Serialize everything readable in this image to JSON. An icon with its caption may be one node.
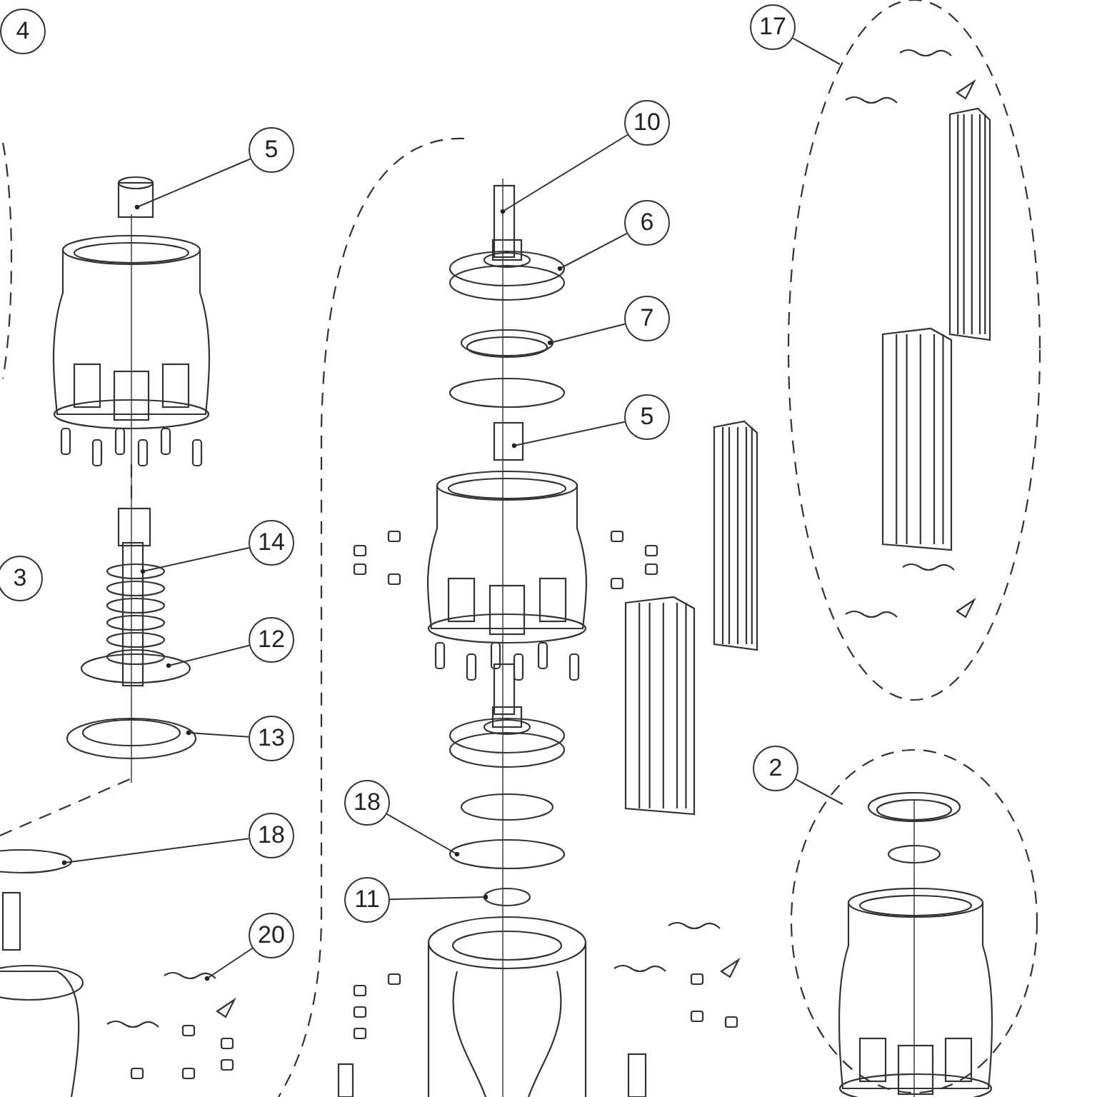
{
  "diagram": {
    "nodes": [
      {
        "text": [
          "4"
        ]
      },
      {
        "text": [
          "17"
        ]
      },
      {
        "text": [
          "10"
        ]
      },
      {
        "text": [
          "5"
        ]
      },
      {
        "text": [
          "6"
        ]
      },
      {
        "text": [
          "7"
        ]
      },
      {
        "text": [
          "5"
        ]
      },
      {
        "text": [
          "14"
        ]
      },
      {
        "text": [
          "3"
        ]
      },
      {
        "text": [
          "12"
        ]
      },
      {
        "text": [
          "13"
        ]
      },
      {
        "text": [
          "2"
        ]
      },
      {
        "text": [
          "18"
        ]
      },
      {
        "text": [
          "18"
        ]
      },
      {
        "text": [
          "11"
        ]
      },
      {
        "text": [
          "20"
        ]
      }
    ],
    "edges": [
      {
        "from": 1,
        "to": null,
        "arrow": "none"
      },
      {
        "from": 2,
        "to": null,
        "arrow": "other"
      },
      {
        "from": 3,
        "to": null,
        "arrow": "other"
      },
      {
        "from": 4,
        "to": null,
        "arrow": "other"
      },
      {
        "from": 5,
        "to": null,
        "arrow": "other"
      },
      {
        "from": 6,
        "to": null,
        "arrow": "other"
      },
      {
        "from": 7,
        "to": null,
        "arrow": "other"
      },
      {
        "from": 9,
        "to": null,
        "arrow": "other"
      },
      {
        "from": 10,
        "to": null,
        "arrow": "other"
      },
      {
        "from": 11,
        "to": null,
        "arrow": "none"
      },
      {
        "from": 12,
        "to": null,
        "arrow": "other"
      },
      {
        "from": 13,
        "to": null,
        "arrow": "other"
      },
      {
        "from": 14,
        "to": null,
        "arrow": "other"
      },
      {
        "from": 15,
        "to": null,
        "arrow": "other"
      }
    ]
  }
}
